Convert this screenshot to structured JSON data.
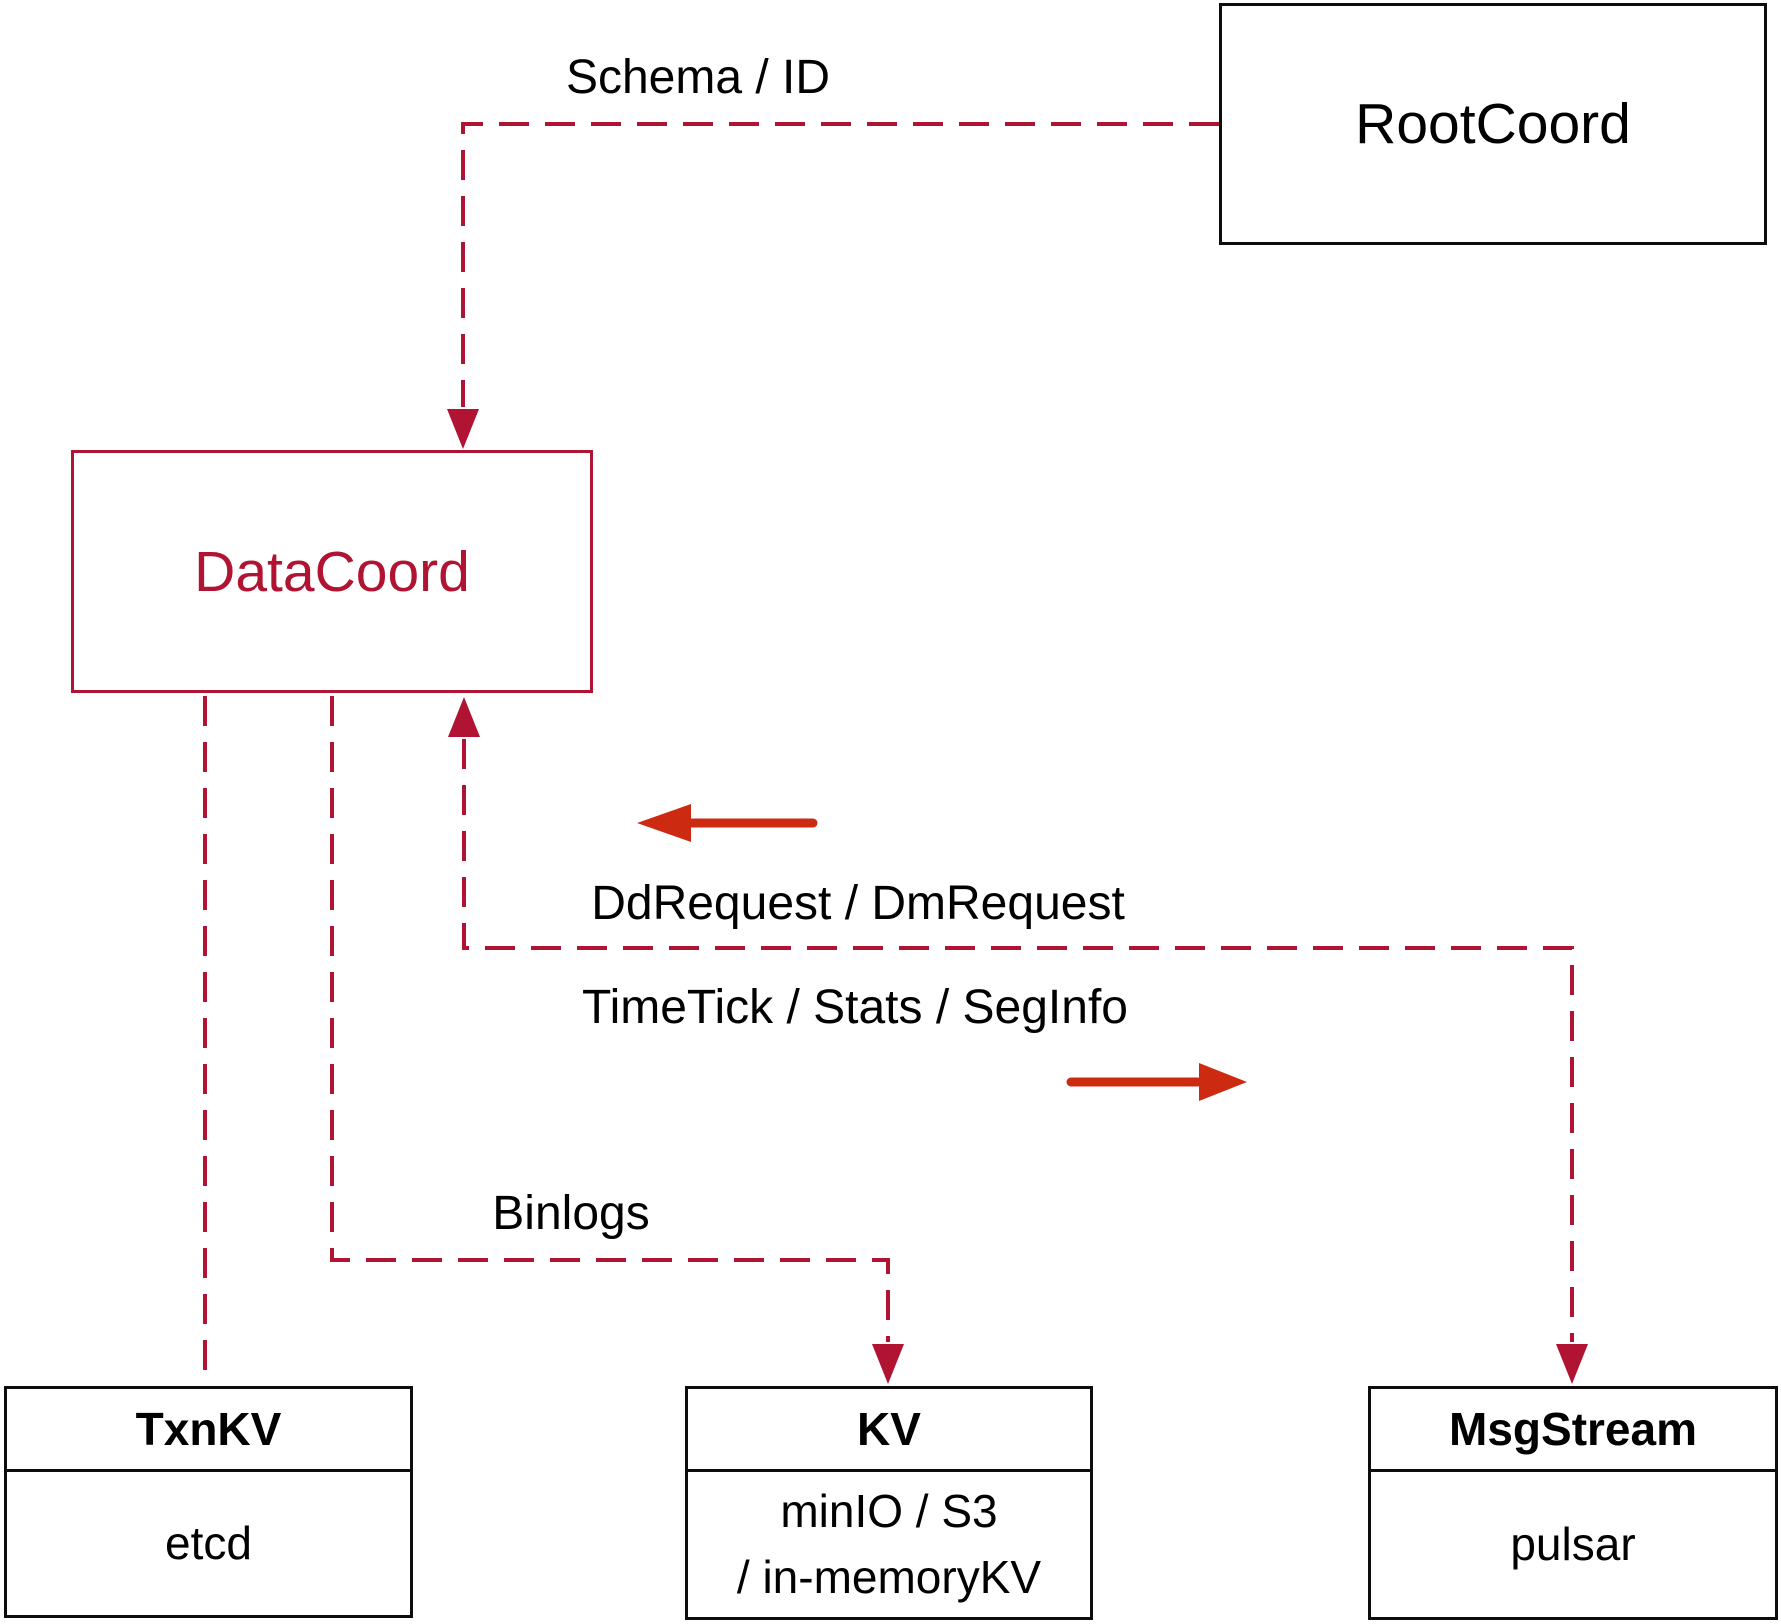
{
  "colors": {
    "dash_red": "#b11332",
    "solid_red": "#cc2b12",
    "line_black": "#0d0d0d",
    "text_black": "#000000",
    "bg": "#ffffff"
  },
  "nodes": {
    "rootcoord": {
      "label": "RootCoord"
    },
    "datacoord": {
      "label": "DataCoord"
    },
    "txnkv": {
      "title": "TxnKV",
      "body": "etcd"
    },
    "kv": {
      "title": "KV",
      "body_line1": "minIO / S3",
      "body_line2": "/ in-memoryKV"
    },
    "msgstream": {
      "title": "MsgStream",
      "body": "pulsar"
    }
  },
  "edges": {
    "schema_id": {
      "label": "Schema / ID"
    },
    "dd_dm_request": {
      "label": "DdRequest / DmRequest"
    },
    "timetick_stats_seginfo": {
      "label": "TimeTick / Stats / SegInfo"
    },
    "binlogs": {
      "label": "Binlogs"
    }
  }
}
